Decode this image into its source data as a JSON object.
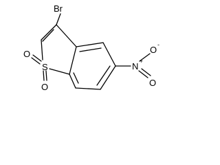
{
  "molecule": {
    "atoms": {
      "bromine": "Br",
      "sulfur": "S",
      "sulfone_oxygen_1": "O",
      "sulfone_oxygen_2": "O",
      "nitro_nitrogen": "N",
      "nitro_oxygen_double": "O",
      "nitro_oxygen_single": "O"
    },
    "charges": {
      "nitro_nitrogen": "+",
      "nitro_oxygen_single": "-"
    }
  }
}
